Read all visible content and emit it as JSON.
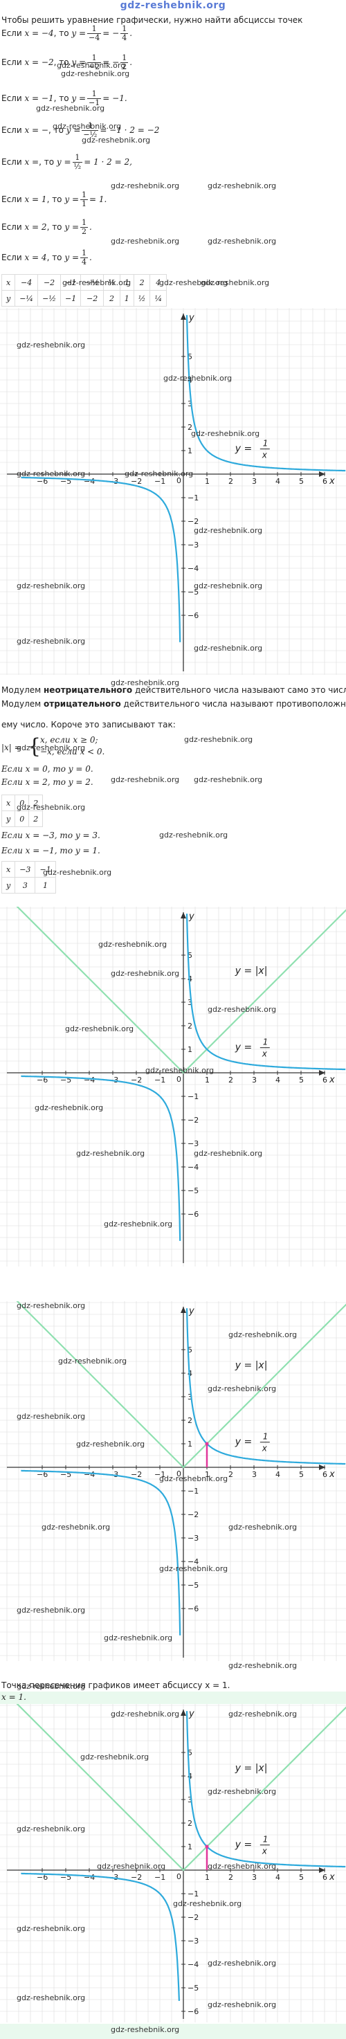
{
  "logo": "gdz-reshebnik.org",
  "watermark": "gdz-reshebnik.org",
  "intro": "Чтобы решить уравнение графически, нужно найти абсциссы точек",
  "calc": [
    {
      "pre": "Если ",
      "x": "x = −4",
      "mid": ", то ",
      "y": "y =",
      "fn": "1",
      "fd": "−4",
      "eq": "= −",
      "rn": "1",
      "rd": "4",
      "tail": "."
    },
    {
      "pre": "Если ",
      "x": "x = −2",
      "mid": ", то ",
      "y": "y =",
      "fn": "1",
      "fd": "−2",
      "eq": "= −",
      "rn": "1",
      "rd": "2",
      "tail": "."
    },
    {
      "pre": "Если ",
      "x": "x = −1",
      "mid": ", то ",
      "y": "y =",
      "fn": "1",
      "fd": "−1",
      "eq": "= −1.",
      "rn": "",
      "rd": "",
      "tail": ""
    },
    {
      "pre": "Если ",
      "x": "x = −",
      "mid": ", то ",
      "y": "y =",
      "fn": "1",
      "fd": "−½",
      "eq": "= −1 · 2 = −2",
      "rn": "",
      "rd": "",
      "tail": ""
    },
    {
      "pre": "Если ",
      "x": "x =",
      "mid": ", то ",
      "y": "y =",
      "fn": "1",
      "fd": "½",
      "eq": "= 1 · 2 = 2,",
      "rn": "",
      "rd": "",
      "tail": ""
    },
    {
      "pre": "Если ",
      "x": "x = 1",
      "mid": ", то ",
      "y": "y =",
      "fn": "1",
      "fd": "1",
      "eq": "= 1.",
      "rn": "",
      "rd": "",
      "tail": ""
    },
    {
      "pre": "Если ",
      "x": "x = 2",
      "mid": ", то ",
      "y": "y =",
      "fn": "1",
      "fd": "2",
      "eq": ".",
      "rn": "",
      "rd": "",
      "tail": ""
    },
    {
      "pre": "Если ",
      "x": "x = 4",
      "mid": ", то ",
      "y": "y =",
      "fn": "1",
      "fd": "4",
      "eq": ".",
      "rn": "",
      "rd": "",
      "tail": ""
    }
  ],
  "table1": {
    "x_label": "x",
    "x": [
      "−4",
      "−2",
      "−1",
      "−½",
      "½",
      "1",
      "2",
      "4"
    ],
    "y_label": "y",
    "y": [
      "−¼",
      "−½",
      "−1",
      "−2",
      "2",
      "1",
      "½",
      "¼"
    ]
  },
  "abs_text": {
    "line1_a": "Модулем ",
    "line1_b": "неотрицательного",
    "line1_c": " действительного числа называют само это число.",
    "line2_a": "Модулем ",
    "line2_b": "отрицательного",
    "line2_c": " действительного числа называют противоположное",
    "line3": "ему число. Короче это записывают так:",
    "def_lhs": "|x| =",
    "case1": "x, если x ≥ 0;",
    "case2": "−x, если x < 0.",
    "s1": "Если x = 0, то y = 0.",
    "s2": "Если x = 2, то y = 2.",
    "s3": "Если x = −3, то y = 3.",
    "s4": "Если x = −1, то y = 1."
  },
  "table2": {
    "x_label": "x",
    "x": [
      "0",
      "2"
    ],
    "y_label": "y",
    "y": [
      "0",
      "2"
    ]
  },
  "table3": {
    "x_label": "x",
    "x": [
      "−3",
      "−1"
    ],
    "y_label": "y",
    "y": [
      "3",
      "1"
    ]
  },
  "answer_text": "Точка пересечения графиков имеет абсциссу x = 1.",
  "answer": "x = 1.",
  "graph": {
    "x_axis": "x",
    "y_axis": "y",
    "label_hyper": "y =",
    "label_hyper_n": "1",
    "label_hyper_d": "x",
    "label_abs": "y = |x|",
    "x_ticks": [
      "−6",
      "−5",
      "−4",
      "−3",
      "−2",
      "−1",
      "0",
      "1",
      "2",
      "3",
      "4",
      "5",
      "6"
    ],
    "y_ticks_pos": [
      "1",
      "2",
      "3",
      "4",
      "5"
    ],
    "y_ticks_neg": [
      "−1",
      "−2",
      "−3",
      "−4",
      "−5",
      "−6"
    ]
  },
  "colors": {
    "hyperbola": "#2eaadc",
    "abs": "#8fe0b0",
    "intersection": "#e0379b",
    "grid": "#dcdcdc",
    "highlight": "#e9f9ee"
  }
}
